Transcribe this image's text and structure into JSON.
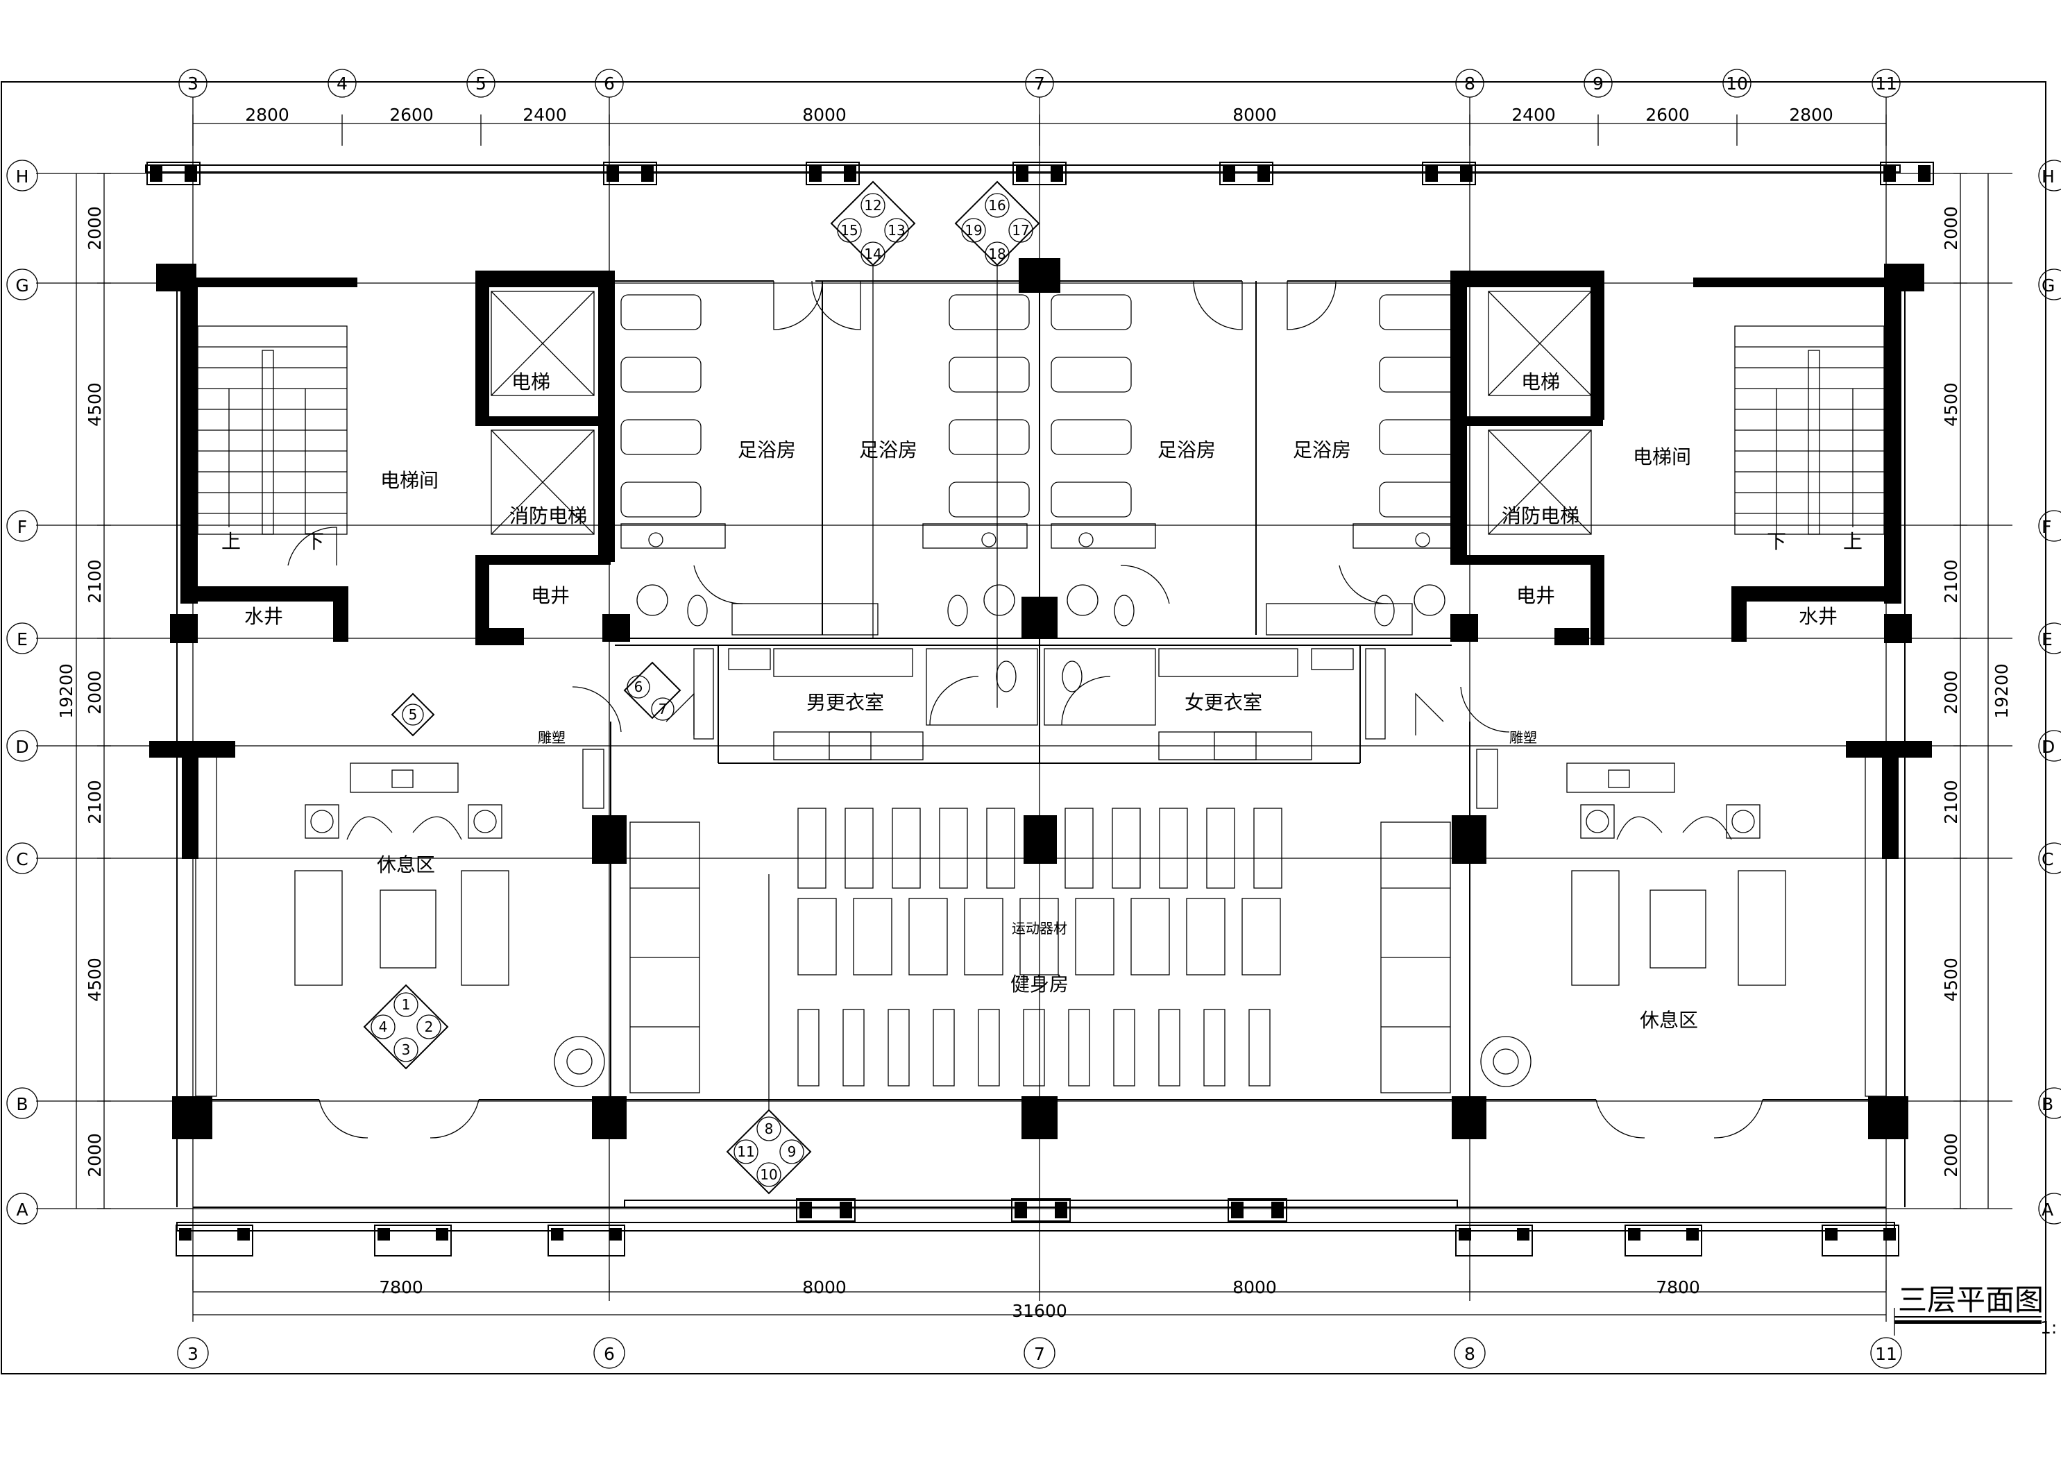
{
  "drawing": {
    "title": "三层平面图",
    "scale_fragment": "1:"
  },
  "axes": {
    "top_columns": [
      "3",
      "4",
      "5",
      "6",
      "7",
      "8",
      "9",
      "10",
      "11"
    ],
    "bottom_columns": [
      "3",
      "6",
      "7",
      "8",
      "11"
    ],
    "rows": [
      "H",
      "G",
      "F",
      "E",
      "D",
      "C",
      "B",
      "A"
    ],
    "right_rows_visible": [
      "H",
      "G",
      "F",
      "E",
      "D",
      "C",
      "B",
      "A"
    ]
  },
  "dimensions": {
    "top": [
      "2800",
      "2600",
      "2400",
      "8000",
      "8000",
      "2400",
      "2600",
      "2800"
    ],
    "bottom_segments": [
      "7800",
      "8000",
      "8000",
      "7800"
    ],
    "bottom_total": "31600",
    "left_segments": [
      "2000",
      "4500",
      "2100",
      "2000",
      "2100",
      "4500",
      "2000"
    ],
    "left_total": "19200",
    "right_segments": [
      "2000",
      "4500",
      "2100",
      "2000",
      "2100",
      "4500",
      "2000"
    ],
    "right_total": "19200"
  },
  "rooms": {
    "elevator_hall_left": "电梯间",
    "elevator_hall_right": "电梯间",
    "elevator_left": "电梯",
    "elevator_right": "电梯",
    "fire_elevator_left": "消防电梯",
    "fire_elevator_right": "消防电梯",
    "shaft_left": "电井",
    "shaft_right": "电井",
    "water_well_left": "水井",
    "water_well_right": "水井",
    "foot_bath_1": "足浴房",
    "foot_bath_2": "足浴房",
    "foot_bath_3": "足浴房",
    "foot_bath_4": "足浴房",
    "mens_locker": "男更衣室",
    "womens_locker": "女更衣室",
    "lounge_left": "休息区",
    "lounge_right": "休息区",
    "gym": "健身房",
    "gym_equipment": "运动器材",
    "sculpture_left": "雕塑",
    "sculpture_right": "雕塑",
    "stair_up_left": "上",
    "stair_down_left": "下",
    "stair_up_right": "上",
    "stair_down_right": "下"
  },
  "view_markers": {
    "m1": [
      "12",
      "13",
      "14",
      "15"
    ],
    "m2": [
      "16",
      "17",
      "18",
      "19"
    ],
    "m3": [
      "6",
      "7"
    ],
    "m4": [
      "5"
    ],
    "m5": [
      "1",
      "2",
      "3",
      "4"
    ],
    "m6": [
      "8",
      "9",
      "10",
      "11"
    ]
  }
}
